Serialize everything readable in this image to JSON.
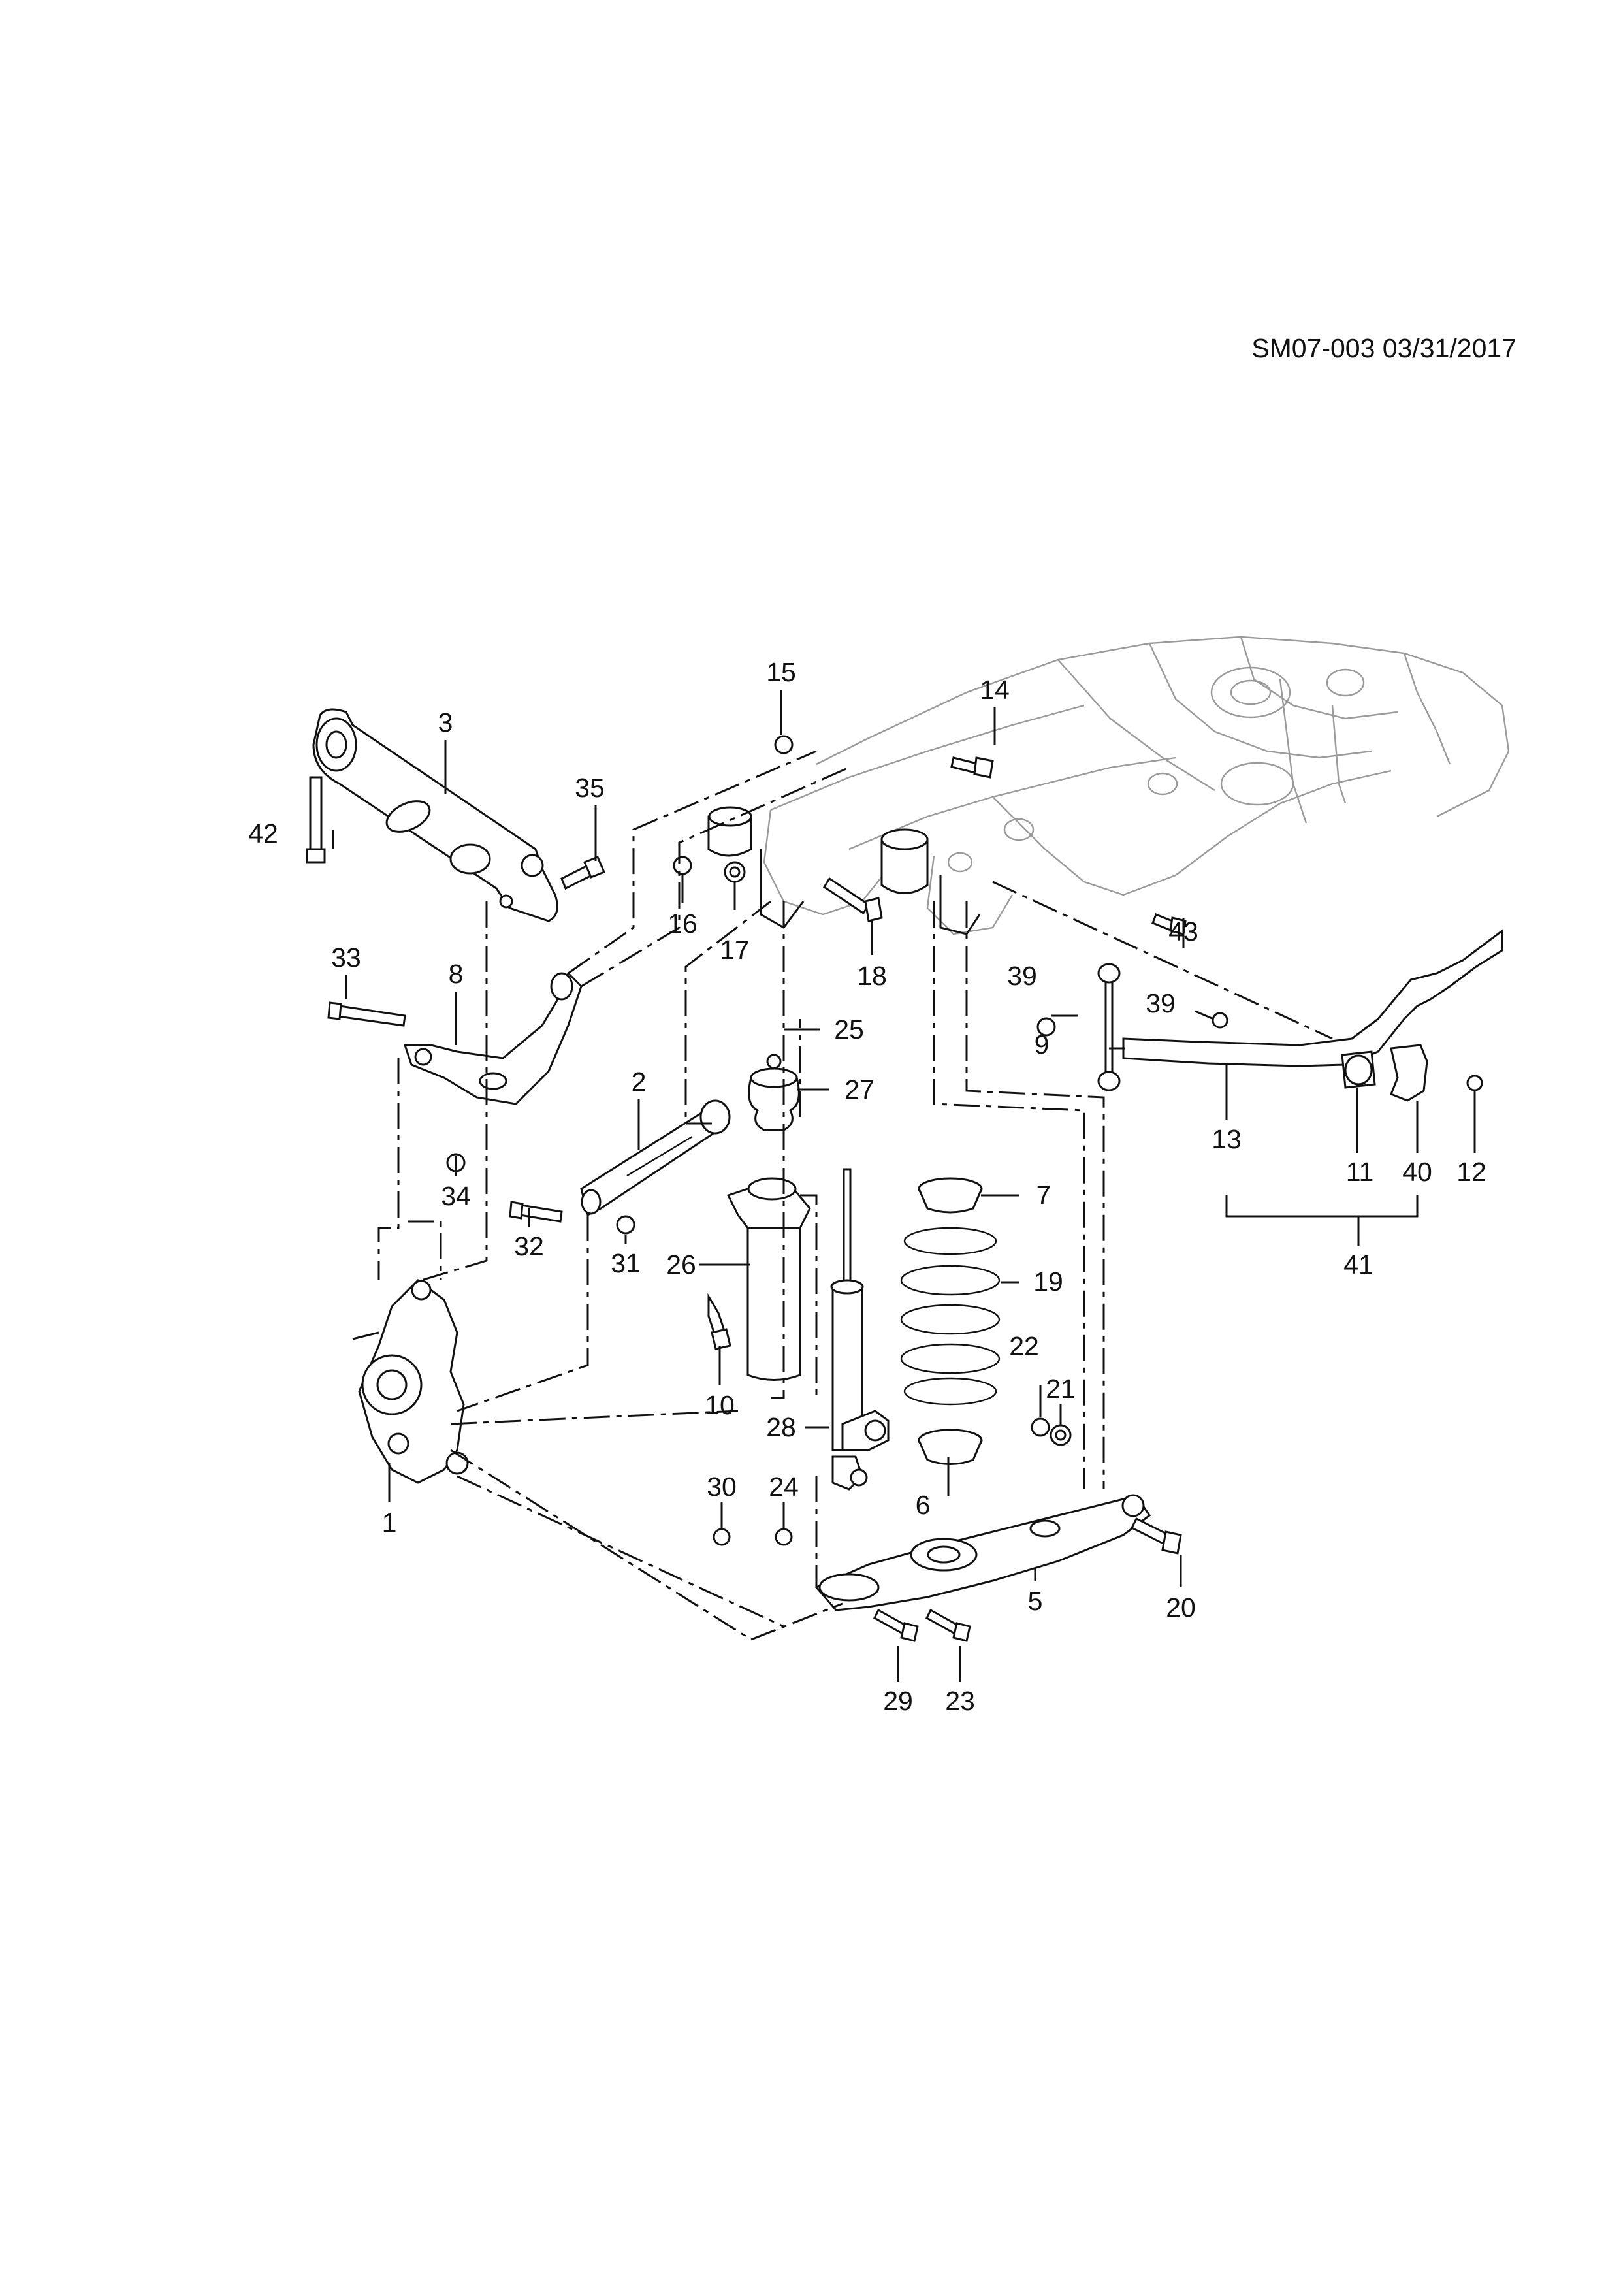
{
  "header": {
    "doc_code": "SM07-003 03/31/2017"
  },
  "callouts": [
    {
      "id": "c1",
      "label": "1"
    },
    {
      "id": "c2",
      "label": "2"
    },
    {
      "id": "c3",
      "label": "3"
    },
    {
      "id": "c5",
      "label": "5"
    },
    {
      "id": "c6",
      "label": "6"
    },
    {
      "id": "c7",
      "label": "7"
    },
    {
      "id": "c8",
      "label": "8"
    },
    {
      "id": "c9",
      "label": "9"
    },
    {
      "id": "c10",
      "label": "10"
    },
    {
      "id": "c11",
      "label": "11"
    },
    {
      "id": "c12",
      "label": "12"
    },
    {
      "id": "c13",
      "label": "13"
    },
    {
      "id": "c14",
      "label": "14"
    },
    {
      "id": "c15",
      "label": "15"
    },
    {
      "id": "c16",
      "label": "16"
    },
    {
      "id": "c17",
      "label": "17"
    },
    {
      "id": "c18",
      "label": "18"
    },
    {
      "id": "c19",
      "label": "19"
    },
    {
      "id": "c20",
      "label": "20"
    },
    {
      "id": "c21",
      "label": "21"
    },
    {
      "id": "c22",
      "label": "22"
    },
    {
      "id": "c23",
      "label": "23"
    },
    {
      "id": "c24",
      "label": "24"
    },
    {
      "id": "c25",
      "label": "25"
    },
    {
      "id": "c26",
      "label": "26"
    },
    {
      "id": "c27",
      "label": "27"
    },
    {
      "id": "c28",
      "label": "28"
    },
    {
      "id": "c29",
      "label": "29"
    },
    {
      "id": "c30",
      "label": "30"
    },
    {
      "id": "c31",
      "label": "31"
    },
    {
      "id": "c32",
      "label": "32"
    },
    {
      "id": "c33",
      "label": "33"
    },
    {
      "id": "c34",
      "label": "34"
    },
    {
      "id": "c35",
      "label": "35"
    },
    {
      "id": "c39a",
      "label": "39"
    },
    {
      "id": "c39b",
      "label": "39"
    },
    {
      "id": "c40",
      "label": "40"
    },
    {
      "id": "c41",
      "label": "41"
    },
    {
      "id": "c42",
      "label": "42"
    },
    {
      "id": "c43",
      "label": "43"
    }
  ]
}
